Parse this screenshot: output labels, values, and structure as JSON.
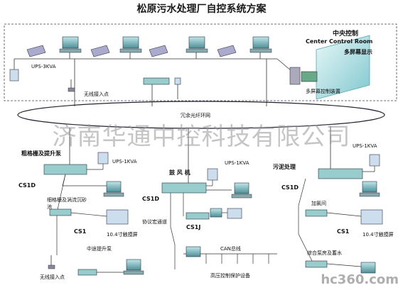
{
  "title": "松原污水处理厂自控系统方案",
  "central": {
    "label_cn": "中央控制",
    "label_en": "Center Control Room",
    "screen_label": "多屏幕显示",
    "controller_label": "多屏幕控制装置",
    "ups": "UPS-3KVA",
    "wireless": "无线接入点"
  },
  "ring_label": "冗余光纤环网",
  "sections": {
    "left": {
      "title": "粗格栅及提升泵",
      "ups": "UPS-1KVA",
      "cs1d": "CS1D",
      "sub1": "细格栅及涡流沉砂",
      "sub1b": "池",
      "cs1": "CS1",
      "touch": "10.4寸触摸屏",
      "lift": "中途提升泵",
      "wireless": "无线接入点"
    },
    "mid": {
      "title": "鼓 风 机",
      "ups": "UPS-1KVA",
      "cs1d": "CS1D",
      "sub": "协议宏通道",
      "cs1j": "CS1J",
      "can": "CAN总线",
      "relay": "高压控制保护设备"
    },
    "right": {
      "title": "污泥处理",
      "ups": "UPS-1KVA",
      "cs1d": "CS1D",
      "sub1": "加氯间",
      "cs1": "CS1",
      "touch": "10.4寸触摸屏",
      "sub2": "综合泵房及蓄水"
    }
  },
  "watermark": "济南华通中控科技有限公司",
  "brand": "hc360.com"
}
